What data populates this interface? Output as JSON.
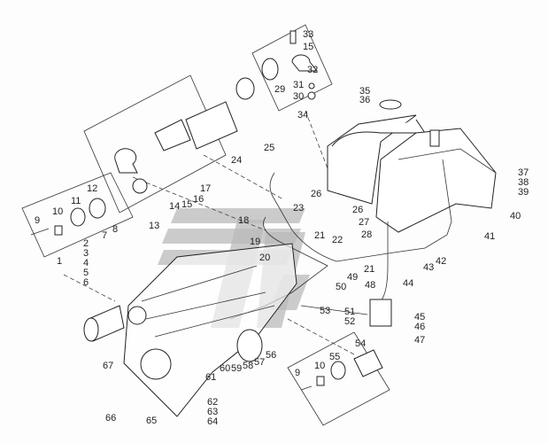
{
  "diagram": {
    "title": "Fuel system exploded parts diagram",
    "watermark_logo": "stylized stripe emblem",
    "callouts": [
      "33",
      "15",
      "32",
      "29",
      "31",
      "30",
      "35",
      "36",
      "34",
      "17",
      "14",
      "15",
      "16",
      "13",
      "12",
      "11",
      "10",
      "9",
      "25",
      "24",
      "26",
      "26",
      "37",
      "38",
      "39",
      "40",
      "41",
      "23",
      "18",
      "27",
      "28",
      "21",
      "22",
      "19",
      "20",
      "42",
      "43",
      "21",
      "49",
      "50",
      "44",
      "48",
      "53",
      "51",
      "52",
      "45",
      "46",
      "47",
      "54",
      "55",
      "10",
      "9",
      "2",
      "3",
      "4",
      "5",
      "6",
      "7",
      "8",
      "1",
      "67",
      "66",
      "65",
      "62",
      "63",
      "64",
      "61",
      "60",
      "59",
      "58",
      "57",
      "56"
    ]
  }
}
